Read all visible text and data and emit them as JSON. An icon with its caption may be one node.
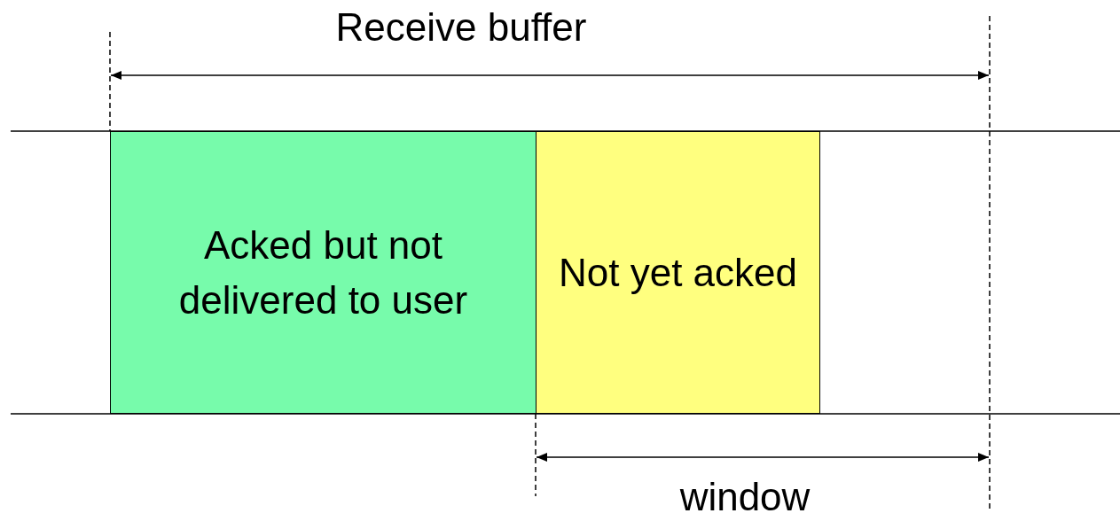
{
  "diagram": {
    "nodes": [
      {
        "text": [
          "Acked but not delivered to user"
        ]
      },
      {
        "text": [
          "Not yet acked"
        ]
      }
    ],
    "labels": [
      "Receive buffer",
      "window"
    ]
  }
}
